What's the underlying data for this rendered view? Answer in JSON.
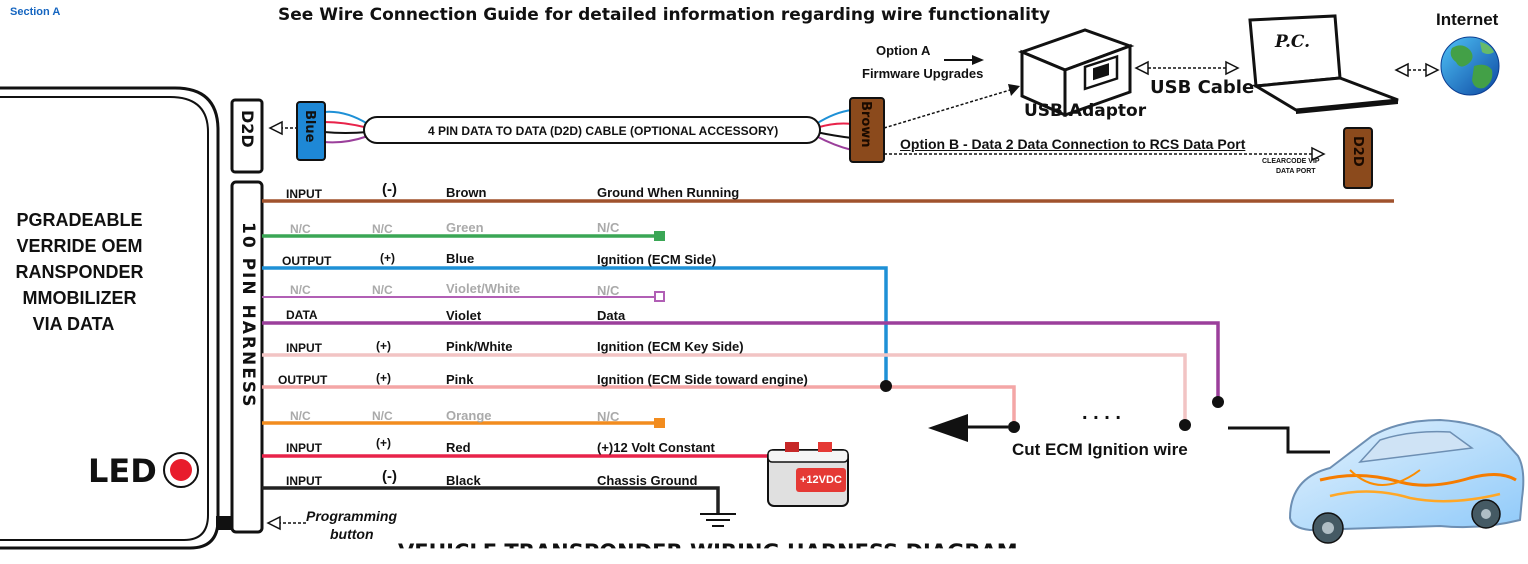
{
  "section_label": "Section A",
  "header": "See Wire Connection Guide for detailed information regarding wire functionality",
  "internet_label": "Internet",
  "pc_label": "P.C.",
  "usb_cable_label": "USB Cable",
  "usb_adaptor_label": "USB Adaptor",
  "option_a": {
    "line1": "Option A",
    "line2": "Firmware Upgrades"
  },
  "option_b": "Option B - Data 2 Data Connection to RCS Data Port",
  "clearcode": {
    "line1": "CLEARCODE VIP",
    "line2": "DATA PORT"
  },
  "cable_label": "4 PIN DATA TO DATA (D2D) CABLE (OPTIONAL ACCESSORY)",
  "blue_connector": "Blue",
  "brown_connector": "Brown",
  "d2d_label": "D2D",
  "d2d_port_label": "D2D",
  "harness_label": "10 PIN HARNESS",
  "module_text": [
    "PGRADEABLE",
    "VERRIDE OEM",
    "RANSPONDER",
    "MMOBILIZER",
    "VIA DATA"
  ],
  "led_label": "LED",
  "programming": {
    "line1": "Programming",
    "line2": "button"
  },
  "battery_label": "+12VDC",
  "cut_label": "Cut ECM Ignition wire",
  "dots": ". . . .",
  "footer": "VEHICLE TRANSPONDER WIRING HARNESS DIAGRAM",
  "wires": [
    {
      "type": "INPUT",
      "polarity": "(-)",
      "color_name": "Brown",
      "function": "Ground When Running",
      "nc": false,
      "hex": "#a0522d"
    },
    {
      "type": "N/C",
      "polarity": "N/C",
      "color_name": "Green",
      "function": "N/C",
      "nc": true,
      "hex": "#3aa655"
    },
    {
      "type": "OUTPUT",
      "polarity": "(+)",
      "color_name": "Blue",
      "function": "Ignition (ECM Side)",
      "nc": false,
      "hex": "#1e90d6"
    },
    {
      "type": "N/C",
      "polarity": "N/C",
      "color_name": "Violet/White",
      "function": "N/C",
      "nc": true,
      "hex": "#b15fb5"
    },
    {
      "type": "DATA",
      "polarity": "",
      "color_name": "Violet",
      "function": "Data",
      "nc": false,
      "hex": "#9b3f9b"
    },
    {
      "type": "INPUT",
      "polarity": "(+)",
      "color_name": "Pink/White",
      "function": "Ignition (ECM Key Side)",
      "nc": false,
      "hex": "#f2c4c4"
    },
    {
      "type": "OUTPUT",
      "polarity": "(+)",
      "color_name": "Pink",
      "function": "Ignition (ECM Side toward engine)",
      "nc": false,
      "hex": "#f4a6a6"
    },
    {
      "type": "N/C",
      "polarity": "N/C",
      "color_name": "Orange",
      "function": "N/C",
      "nc": true,
      "hex": "#f28c1e"
    },
    {
      "type": "INPUT",
      "polarity": "(+)",
      "color_name": "Red",
      "function": "(+)12 Volt Constant",
      "nc": false,
      "hex": "#e8234a"
    },
    {
      "type": "INPUT",
      "polarity": "(-)",
      "color_name": "Black",
      "function": "Chassis Ground",
      "nc": false,
      "hex": "#222222"
    }
  ],
  "colors": {
    "section": "#1565c0",
    "blue_connector": "#1e88d6",
    "brown_connector": "#8b4a1c",
    "led": "#e81c2c",
    "globe": "#2e7d32"
  }
}
